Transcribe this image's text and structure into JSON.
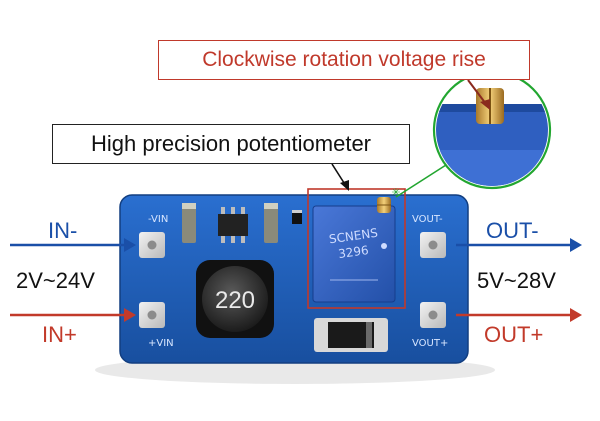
{
  "callouts": {
    "rotation": "Clockwise rotation voltage rise",
    "potentiometer": "High precision potentiometer"
  },
  "input": {
    "negative": "IN-",
    "positive": "IN+",
    "range": "2V~24V"
  },
  "output": {
    "negative": "OUT-",
    "positive": "OUT+",
    "range": "5V~28V"
  },
  "board": {
    "inductor_code": "220",
    "pad_vin_minus": "-VIN",
    "pad_vin_plus": "+VIN",
    "pad_vout_minus": "VOUT-",
    "pad_vout_plus": "VOUT+",
    "pot_brand": "SCNENS",
    "pot_model": "3296"
  },
  "colors": {
    "pcb": "#1f5fc0",
    "negative_arrow": "#1a4fa8",
    "positive_arrow": "#c23a2a",
    "highlight_circle": "#22a630"
  }
}
